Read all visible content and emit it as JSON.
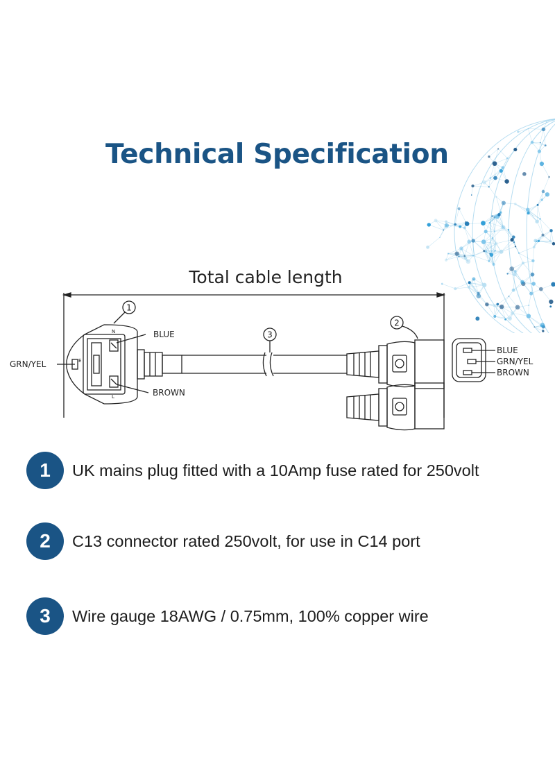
{
  "title": "Technical Specification",
  "accent_color": "#1a5485",
  "decoration": "globe-network-icon",
  "diagram": {
    "length_label": "Total cable length",
    "callouts": [
      "1",
      "2",
      "3"
    ],
    "plug_labels": {
      "earth_wire": "GRN/YEL",
      "neutral_wire": "BLUE",
      "live_wire": "BROWN",
      "pin_e": "E",
      "pin_n": "N",
      "pin_l": "L"
    },
    "socket_labels": {
      "top": "BLUE",
      "middle": "GRN/YEL",
      "bottom": "BROWN"
    }
  },
  "specs": [
    {
      "number": "1",
      "text": "UK mains plug fitted with a 10Amp fuse rated for 250volt"
    },
    {
      "number": "2",
      "text": "C13 connector rated 250volt, for use in C14 port"
    },
    {
      "number": "3",
      "text": "Wire gauge 18AWG / 0.75mm, 100% copper wire"
    }
  ]
}
